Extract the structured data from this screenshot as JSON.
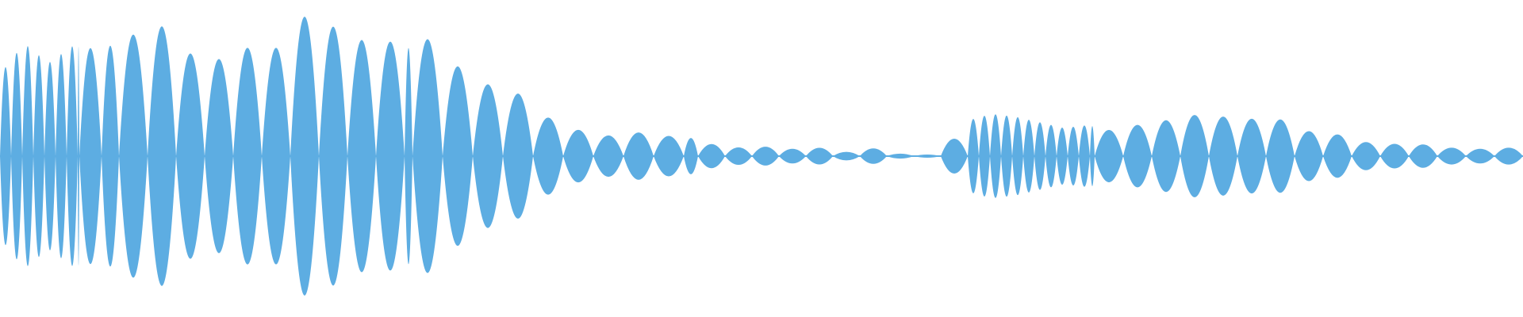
{
  "waveform": {
    "color": "#5dade2",
    "background": "#ffffff",
    "amplitude_envelope": [
      0.58,
      0.8,
      0.66,
      0.78,
      0.76,
      0.8,
      0.92,
      0.92,
      0.7,
      0.68,
      0.82,
      0.6,
      1.0,
      0.98,
      0.9,
      0.82,
      0.82,
      0.76,
      0.86,
      0.62,
      0.5,
      0.55,
      0.3,
      0.26,
      0.18,
      0.14,
      0.18,
      0.15,
      0.14,
      0.12,
      0.04,
      0.08,
      0.06,
      0.05,
      0.06,
      0.03,
      0.06,
      0.02,
      0.01,
      0.01,
      0.25,
      0.3,
      0.28,
      0.24,
      0.2,
      0.22,
      0.18,
      0.22,
      0.24,
      0.3,
      0.28,
      0.28,
      0.26,
      0.26,
      0.18,
      0.16,
      0.14,
      0.06,
      0.1,
      0.08,
      0.06,
      0.05,
      0.06
    ]
  }
}
